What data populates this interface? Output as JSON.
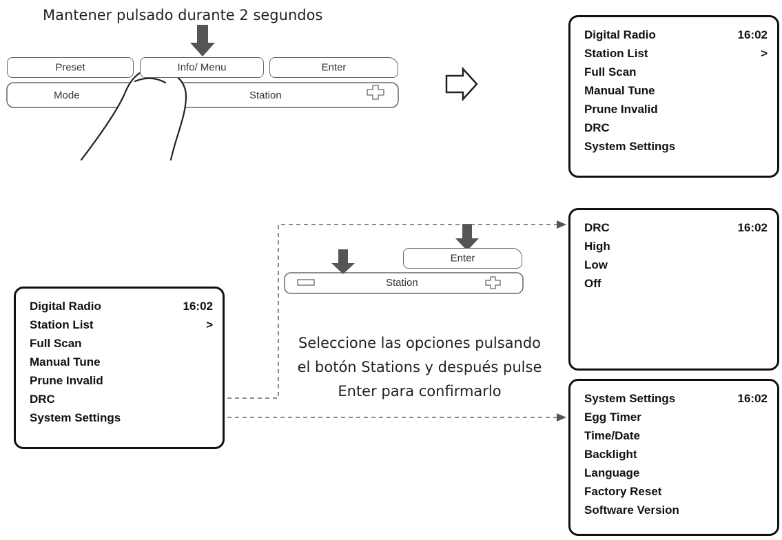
{
  "top_caption": "Mantener pulsado durante 2 segundos",
  "control_panel_top": {
    "buttons": [
      "Preset",
      "Info/ Menu",
      "Enter"
    ],
    "bottom_left": "Mode",
    "bottom_center": "Station"
  },
  "control_panel_mid": {
    "enter": "Enter",
    "station": "Station"
  },
  "middle_caption": [
    "Seleccione las opciones pulsando",
    "el botón Stations y después pulse",
    "Enter para confirmarlo"
  ],
  "screen_main_top": {
    "title": "Digital Radio",
    "time": "16:02",
    "items": [
      {
        "label": "Station List",
        "value": ">"
      },
      {
        "label": "Full Scan",
        "value": ""
      },
      {
        "label": "Manual Tune",
        "value": ""
      },
      {
        "label": "Prune Invalid",
        "value": ""
      },
      {
        "label": "DRC",
        "value": ""
      },
      {
        "label": "System Settings",
        "value": ""
      }
    ]
  },
  "screen_main_left": {
    "title": "Digital Radio",
    "time": "16:02",
    "items": [
      {
        "label": "Station List",
        "value": ">"
      },
      {
        "label": "Full Scan",
        "value": ""
      },
      {
        "label": "Manual Tune",
        "value": ""
      },
      {
        "label": "Prune Invalid",
        "value": ""
      },
      {
        "label": "DRC",
        "value": ""
      },
      {
        "label": "System Settings",
        "value": ""
      }
    ]
  },
  "screen_drc": {
    "title": "DRC",
    "time": "16:02",
    "items": [
      "High",
      "Low",
      "Off"
    ]
  },
  "screen_system": {
    "title": "System Settings",
    "time": "16:02",
    "items": [
      "Egg Timer",
      "Time/Date",
      "Backlight",
      "Language",
      "Factory Reset",
      "Software Version"
    ]
  },
  "icons": [
    "down-arrow-icon",
    "hollow-right-arrow-icon",
    "plus-icon",
    "minus-icon",
    "finger-icon"
  ]
}
